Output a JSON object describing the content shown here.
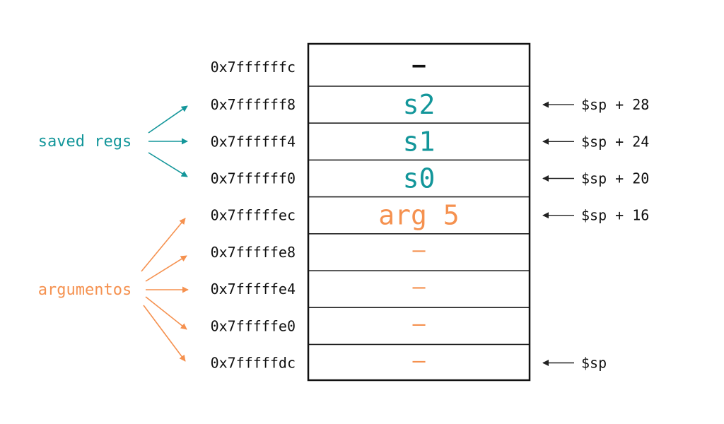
{
  "colors": {
    "teal": "#13969a",
    "orange": "#f5914f",
    "black": "#111111",
    "line": "#222222"
  },
  "groups": {
    "saved_regs": "saved regs",
    "argumentos": "argumentos"
  },
  "stack": [
    {
      "address": "0x7ffffffc",
      "value": "—",
      "kind": "black",
      "pointer": ""
    },
    {
      "address": "0x7ffffff8",
      "value": "s2",
      "kind": "teal",
      "pointer": "$sp + 28"
    },
    {
      "address": "0x7ffffff4",
      "value": "s1",
      "kind": "teal",
      "pointer": "$sp + 24"
    },
    {
      "address": "0x7ffffff0",
      "value": "s0",
      "kind": "teal",
      "pointer": "$sp + 20"
    },
    {
      "address": "0x7fffffec",
      "value": "arg 5",
      "kind": "orange",
      "pointer": "$sp + 16"
    },
    {
      "address": "0x7fffffe8",
      "value": "–",
      "kind": "orange",
      "pointer": ""
    },
    {
      "address": "0x7fffffe4",
      "value": "–",
      "kind": "orange",
      "pointer": ""
    },
    {
      "address": "0x7fffffe0",
      "value": "–",
      "kind": "orange",
      "pointer": ""
    },
    {
      "address": "0x7fffffdc",
      "value": "–",
      "kind": "orange",
      "pointer": "$sp"
    }
  ]
}
